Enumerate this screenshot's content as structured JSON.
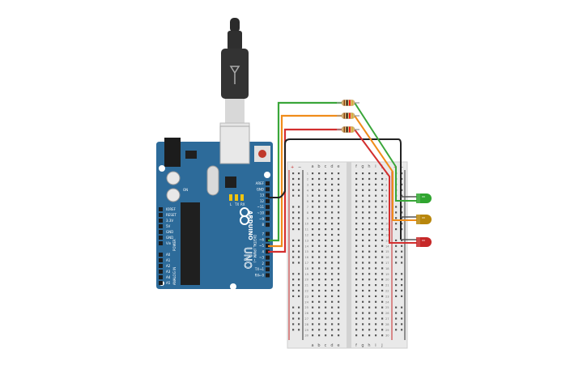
{
  "canvas": {
    "background": "#ffffff"
  },
  "arduino": {
    "board_color": "#2d6b9a",
    "brand": "ARDUINO",
    "model": "UNO",
    "power_header": [
      "IOREF",
      "RESET",
      "3.3V",
      "5V",
      "GND",
      "GND",
      "Vin"
    ],
    "power_label": "POWER",
    "analog_header": [
      "A0",
      "A1",
      "A2",
      "A3",
      "A4",
      "A5"
    ],
    "analog_label": "ANALOG IN",
    "digital_top": [
      "AREF",
      "GND",
      "13",
      "12",
      "~11",
      "~10",
      "~9",
      "8"
    ],
    "digital_bottom": [
      "7",
      "~6",
      "~5",
      "4",
      "~3",
      "2",
      "TX→1",
      "RX←0"
    ],
    "digital_label": "DIGITAL (PWM ~)",
    "led_l": "L",
    "led_tx": "TX",
    "led_rx": "RX",
    "on_label": "ON"
  },
  "breadboard": {
    "columns_left": [
      "a",
      "b",
      "c",
      "d",
      "e"
    ],
    "columns_right": [
      "f",
      "g",
      "h",
      "i",
      "j"
    ],
    "rail_plus": "+",
    "rail_minus": "−",
    "row_count": 30
  },
  "components": {
    "resistors": [
      {
        "name": "resistor-1",
        "bands": [
          "#8b4513",
          "#000000",
          "#ff0000",
          "#d4af37"
        ]
      },
      {
        "name": "resistor-2",
        "bands": [
          "#8b4513",
          "#000000",
          "#ff0000",
          "#d4af37"
        ]
      },
      {
        "name": "resistor-3",
        "bands": [
          "#8b4513",
          "#000000",
          "#ff0000",
          "#d4af37"
        ]
      }
    ],
    "leds": [
      {
        "name": "led-green",
        "color": "#2fa52f"
      },
      {
        "name": "led-yellow",
        "color": "#b8860b"
      },
      {
        "name": "led-red",
        "color": "#c62828"
      }
    ]
  },
  "wires": {
    "green": "#3aa63a",
    "orange": "#f08c1a",
    "red": "#d32f2f",
    "black": "#222222"
  }
}
